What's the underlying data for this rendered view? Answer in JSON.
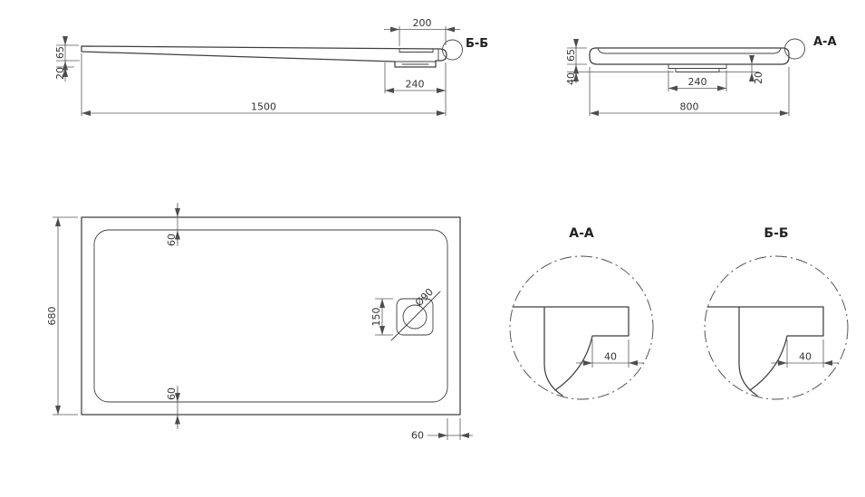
{
  "drawing": {
    "side_view": {
      "section_label": "Б-Б",
      "dim_height_65": "65",
      "dim_depth_20": "20",
      "dim_200": "200",
      "dim_240": "240",
      "dim_length_1500": "1500"
    },
    "end_view": {
      "section_label": "А-А",
      "dim_height_65": "65",
      "dim_depth_40": "40",
      "dim_240": "240",
      "dim_20": "20",
      "dim_width_800": "800"
    },
    "plan_view": {
      "dim_width_680": "680",
      "dim_rim_top_60": "60",
      "dim_drain_150": "150",
      "dim_drain_diameter": "Ø90",
      "dim_rim_bottom_60": "60",
      "dim_rim_right_60": "60"
    },
    "detail_a": {
      "title": "А-А",
      "dim_40": "40"
    },
    "detail_b": {
      "title": "Б-Б",
      "dim_40": "40"
    }
  }
}
